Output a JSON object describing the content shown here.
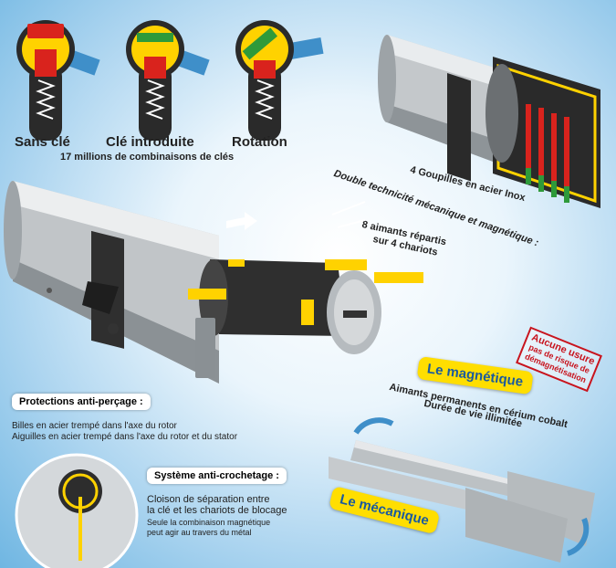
{
  "steps": [
    {
      "label": "Sans clé"
    },
    {
      "label": "Clé introduite"
    },
    {
      "label": "Rotation"
    }
  ],
  "combinations": "17 millions de combinaisons de clés",
  "callouts": {
    "pins": "4 Goupilles en acier Inox",
    "magnets_line1": "8 aimants répartis",
    "magnets_line2": "sur 4 chariots",
    "double_tech": "Double technicité mécanique et magnétique :"
  },
  "drilling": {
    "title": "Protections  anti-perçage :",
    "line1": "Billes en acier trempé dans l'axe du rotor",
    "line2": "Aiguilles en acier trempé dans l'axe du rotor et du stator"
  },
  "picking": {
    "title": "Système anti-crochetage :",
    "line1": "Cloison de séparation entre",
    "line2": "la clé et les chariots de blocage",
    "line3": "Seule la combinaison magnétique",
    "line4": "peut agir au travers du métal"
  },
  "magnetic": {
    "badge": "Le magnétique",
    "line1": "Aimants permanents en cérium cobalt",
    "line2": "Durée de vie illimitée"
  },
  "stamp": {
    "line1": "Aucune usure",
    "line2": "pas de risque de",
    "line3": "démagnétisation"
  },
  "mechanical": {
    "badge": "Le mécanique"
  },
  "colors": {
    "yellow": "#ffd200",
    "red": "#d9231d",
    "green": "#2e9a3a",
    "blue": "#3f8fc9",
    "steel": "#b9bec2"
  }
}
